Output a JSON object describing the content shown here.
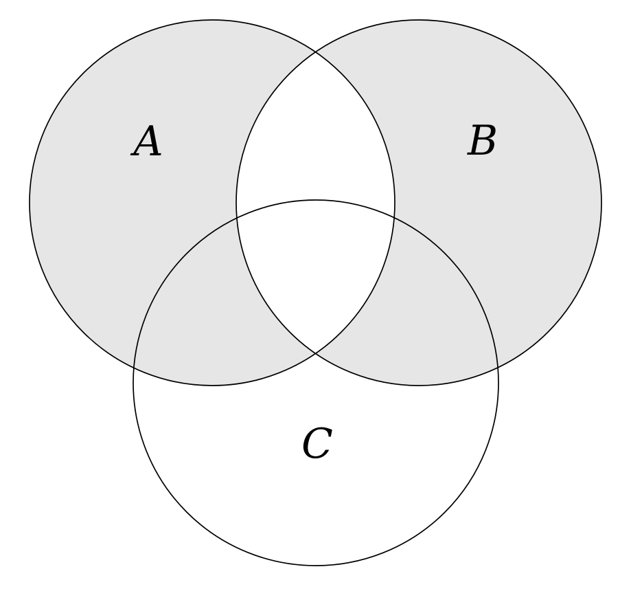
{
  "diagram": {
    "type": "venn",
    "description": "Three-circle Venn diagram with the symmetric difference of A and B shaded",
    "shaded_region": "(A ∪ B) − (A ∩ B)",
    "sets": [
      {
        "label": "A"
      },
      {
        "label": "B"
      },
      {
        "label": "C"
      }
    ],
    "colors": {
      "shaded_fill": "#e6e6e6",
      "stroke": "#000000",
      "background": "#ffffff",
      "label_color": "#000000"
    }
  }
}
